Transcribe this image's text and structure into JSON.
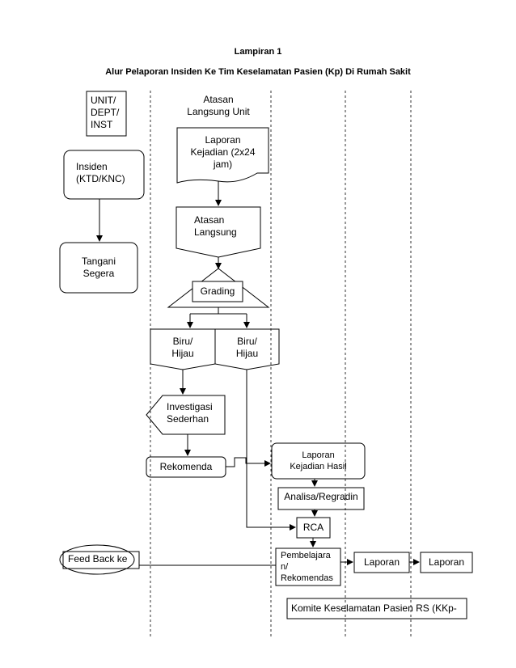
{
  "header": {
    "title": "Lampiran 1",
    "subtitle": "Alur Pelaporan Insiden Ke Tim Keselamatan Pasien (Kp) Di Rumah Sakit"
  },
  "columns": {
    "unit_label": "UNIT/\nDEPT/\nINST",
    "atasan_label": "Atasan\nLangsung Unit"
  },
  "nodes": {
    "insiden": "Insiden\n(KTD/KNC)",
    "tangani": "Tangani\nSegera",
    "laporan_kejadian": "Laporan\nKejadian (2x24\njam)",
    "atasan_langsung": "Atasan\nLangsung",
    "grading": "Grading",
    "biru_hijau_left": "Biru/\nHijau",
    "biru_hijau_right": "Biru/\nHijau",
    "investigasi": "Investigasi\nSederhan",
    "rekomenda": "Rekomenda",
    "laporan_kejadian_hasil": "Laporan\nKejadian Hasil",
    "analisa": "Analisa/Regradin",
    "rca": "RCA",
    "pembelajaran": "Pembelajara\nn/\nRekomendas",
    "laporan_1": "Laporan",
    "laporan_2": "Laporan",
    "feedback": "Feed Back ke",
    "komite": "Komite Keselamatan Pasien RS (KKp-"
  }
}
